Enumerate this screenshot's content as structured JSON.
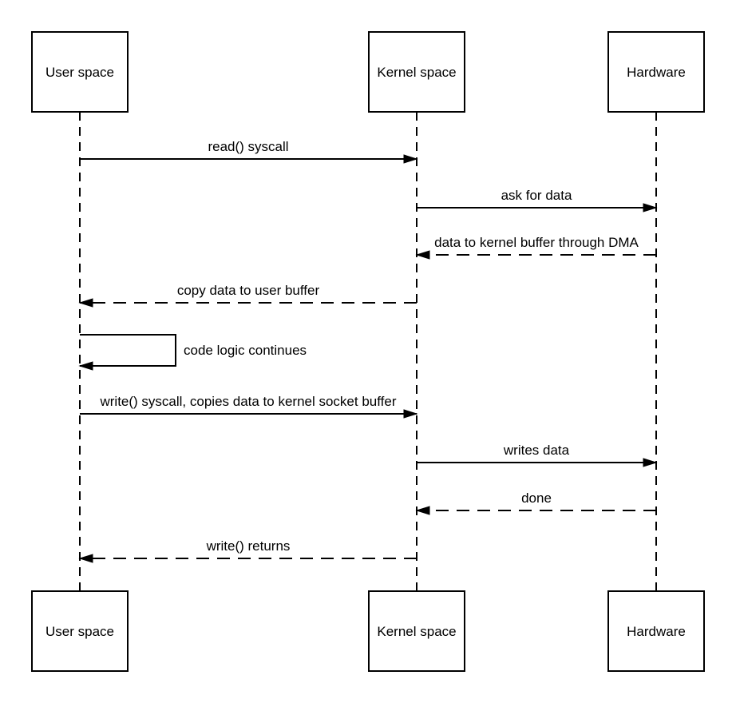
{
  "diagram": {
    "kind": "sequence-diagram",
    "colors": {
      "stroke": "#000000",
      "background": "#ffffff"
    },
    "actors": [
      {
        "id": "user-space",
        "label": "User space"
      },
      {
        "id": "kernel-space",
        "label": "Kernel space"
      },
      {
        "id": "hardware",
        "label": "Hardware"
      }
    ],
    "messages": [
      {
        "label": "read() syscall",
        "from": "user-space",
        "to": "kernel-space",
        "line": "solid"
      },
      {
        "label": "ask for data",
        "from": "kernel-space",
        "to": "hardware",
        "line": "solid"
      },
      {
        "label": "data to kernel buffer through DMA",
        "from": "hardware",
        "to": "kernel-space",
        "line": "dashed"
      },
      {
        "label": "copy data to user buffer",
        "from": "kernel-space",
        "to": "user-space",
        "line": "dashed"
      },
      {
        "label": "code logic continues",
        "from": "user-space",
        "to": "user-space",
        "line": "self"
      },
      {
        "label": "write() syscall, copies data to kernel socket buffer",
        "from": "user-space",
        "to": "kernel-space",
        "line": "solid"
      },
      {
        "label": "writes data",
        "from": "kernel-space",
        "to": "hardware",
        "line": "solid"
      },
      {
        "label": "done",
        "from": "hardware",
        "to": "kernel-space",
        "line": "dashed"
      },
      {
        "label": "write() returns",
        "from": "kernel-space",
        "to": "user-space",
        "line": "dashed"
      }
    ]
  }
}
